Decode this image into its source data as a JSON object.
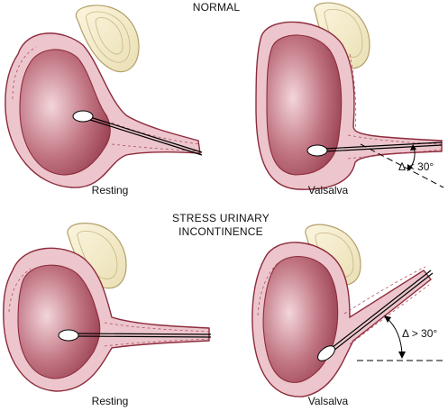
{
  "headings": {
    "normal": "NORMAL",
    "sui_line1": "STRESS URINARY",
    "sui_line2": "INCONTINENCE"
  },
  "captions": {
    "normal_resting": "Resting",
    "normal_valsalva": "Valsalva",
    "sui_resting": "Resting",
    "sui_valsalva": "Valsalva"
  },
  "angles": {
    "normal_valsalva": "Δ < 30°",
    "sui_valsalva": "Δ > 30°"
  },
  "colors": {
    "wall_fill": "#ecc6cc",
    "wall_stroke": "#8d2b3c",
    "lumen": "#a84f5e",
    "pubis_fill": "#f5eccb",
    "pubis_stroke": "#b3a06a",
    "swab": "#ffffff",
    "line": "#000000"
  }
}
